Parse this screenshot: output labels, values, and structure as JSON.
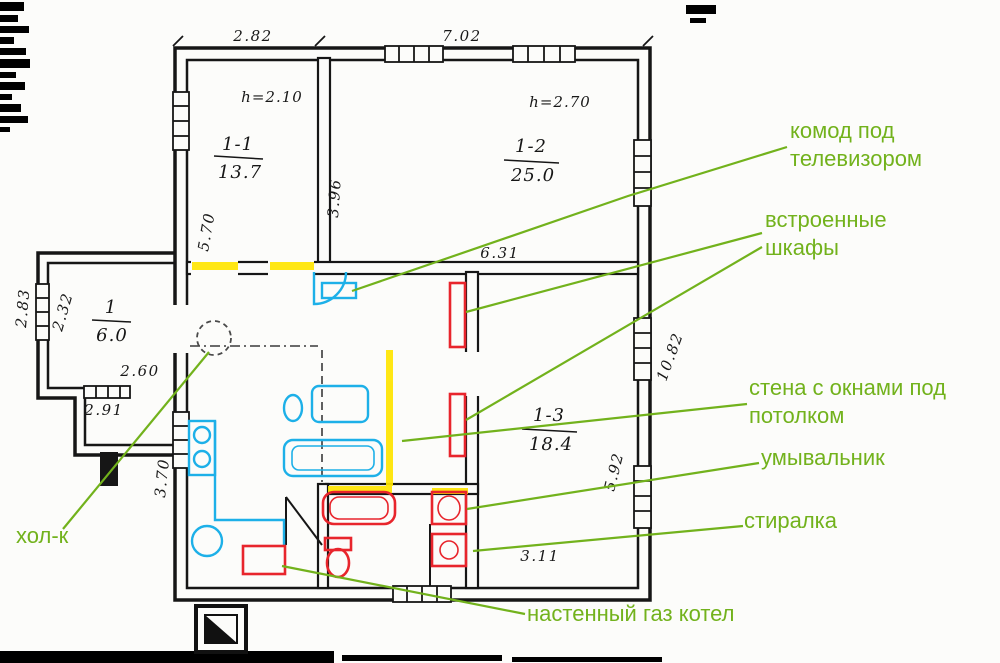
{
  "meta": {
    "title": "План дома — скан с пометками"
  },
  "colors": {
    "annotation_green": "#72b21c",
    "furniture_cyan": "#1db0e8",
    "fixture_red": "#e8252c",
    "highlight_yellow": "#ffe500",
    "ink": "#161616"
  },
  "rooms": {
    "r11": {
      "name": "1-1",
      "area": "13.7",
      "h": "h=2.10"
    },
    "r12": {
      "name": "1-2",
      "area": "25.0",
      "h": "h=2.70"
    },
    "r13": {
      "name": "1-3",
      "area": "18.4"
    },
    "r1": {
      "name": "1",
      "area": "6.0"
    }
  },
  "dims": {
    "d282": "2.82",
    "d702": "7.02",
    "d396": "3.96",
    "d631": "6.31",
    "d570": "5.70",
    "d232": "2.32",
    "d283": "2.83",
    "d260": "2.60",
    "d291": "2.91",
    "d370": "3.70",
    "d1082": "10.82",
    "d592": "5.92",
    "d311": "3.11"
  },
  "annotations": {
    "tv": {
      "line1": "комод под",
      "line2": "телевизором"
    },
    "wardrobes": {
      "line1": "встроенные",
      "line2": "шкафы"
    },
    "window_wall": {
      "line1": "стена с окнами под",
      "line2": "потолком"
    },
    "sink": "умывальник",
    "washer": "стиралка",
    "boiler": "настенный газ котел",
    "fridge": "хол-к"
  }
}
